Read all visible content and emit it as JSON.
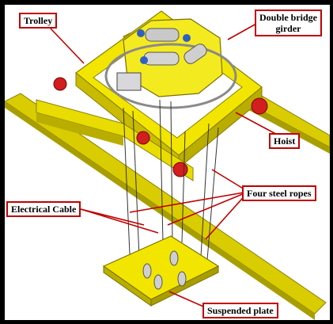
{
  "labels": {
    "trolley": "Trolley",
    "double_bridge_girder_line1": "Double bridge",
    "double_bridge_girder_line2": "girder",
    "hoist": "Hoist",
    "four_steel_ropes": "Four steel ropes",
    "electrical_cable": "Electrical Cable",
    "suspended_plate": "Suspended plate"
  },
  "colors": {
    "frame_yellow": "#f2e600",
    "frame_shadow": "#b9ad00",
    "rail_yellow": "#d9cc00",
    "motor_red": "#d21e1e",
    "callout_red": "#c00000",
    "rope": "#333333",
    "background": "#000000",
    "panel": "#ffffff"
  }
}
